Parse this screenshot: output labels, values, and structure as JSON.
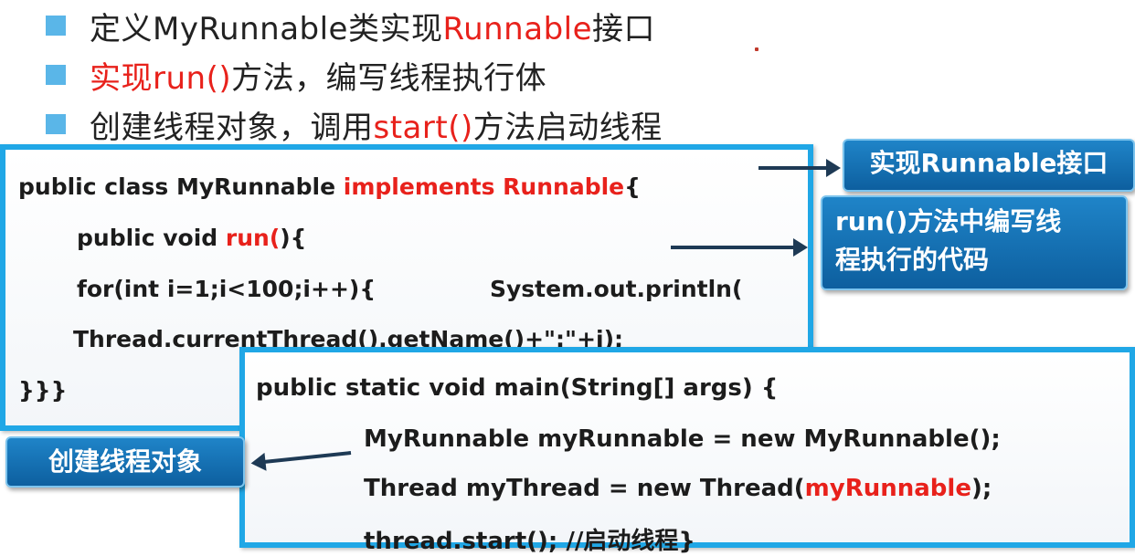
{
  "bullets": [
    {
      "a": "定义MyRunnable类实现",
      "b": "Runnable",
      "c": "接口"
    },
    {
      "a": "",
      "b": "实现run()",
      "c": "方法，编写线程执行体"
    },
    {
      "a": "创建线程对象，调用",
      "b": "start()",
      "c": "方法启动线程"
    }
  ],
  "code1": {
    "l1_a": "public class MyRunnable ",
    "l1_b": "implements Runnable",
    "l1_c": "{",
    "l2_a": "public void ",
    "l2_b": "run(",
    "l2_c": "){",
    "l3_a": "for(int i=1;i<100;i++){",
    "l3_b": "System.out.println(",
    "l4": "Thread.currentThread().getName()+\":\"+i);",
    "l5": "}}}"
  },
  "code2": {
    "l1": "public static void main(String[] args) {",
    "l2": "MyRunnable myRunnable = new MyRunnable();",
    "l3_a": "Thread myThread = new Thread(",
    "l3_b": "myRunnable",
    "l3_c": ");",
    "l4": "thread.start(); //启动线程}"
  },
  "callouts": {
    "impl": "实现Runnable接口",
    "run_line1": "run()方法中编写线",
    "run_line2": "程执行的代码",
    "create": "创建线程对象"
  },
  "colors": {
    "accent_blue": "#20a7e6",
    "callout_blue": "#1f84c8",
    "keyword_red": "#e8211b"
  }
}
